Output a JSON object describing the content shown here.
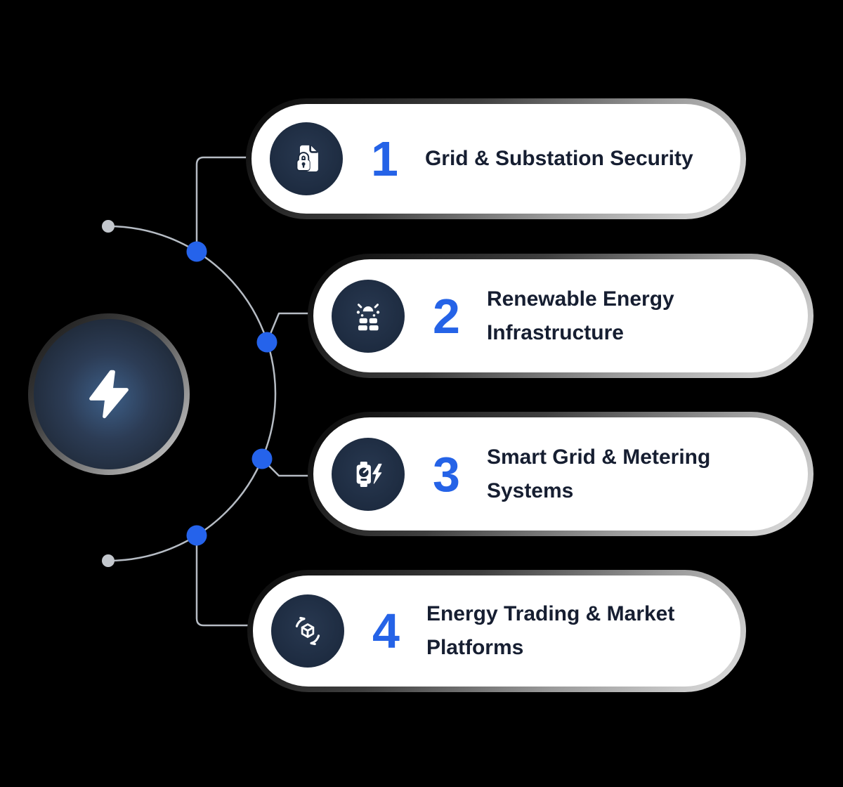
{
  "colors": {
    "background": "#000000",
    "card_bg": "#ffffff",
    "icon_circle": "#1d2b40",
    "accent_blue": "#2563e7",
    "title_color": "#161e31",
    "line_gray": "#b6bcc4",
    "dot_blue": "#2563eb",
    "dot_gray": "#c3c7cd"
  },
  "center": {
    "icon": "lightning-bolt-icon"
  },
  "items": [
    {
      "number": "1",
      "title": "Grid & Substation Security",
      "icon": "secure-document-icon"
    },
    {
      "number": "2",
      "title": "Renewable Energy Infrastructure",
      "icon": "solar-panel-icon"
    },
    {
      "number": "3",
      "title": "Smart Grid & Metering Systems",
      "icon": "smart-meter-icon"
    },
    {
      "number": "4",
      "title": "Energy Trading & Market Platforms",
      "icon": "trading-cube-icon"
    }
  ]
}
